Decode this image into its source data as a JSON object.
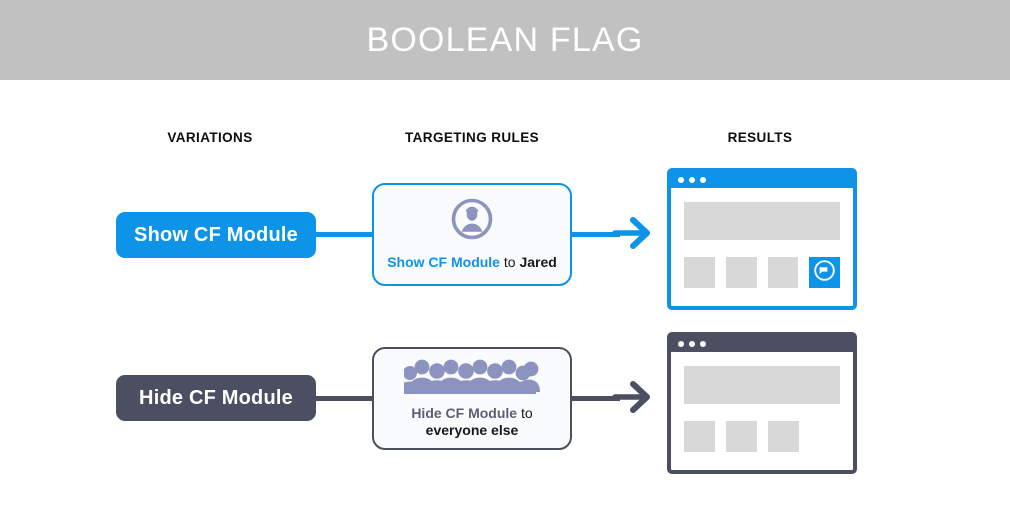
{
  "header": {
    "title": "BOOLEAN FLAG",
    "background_color": "#c1c1c1",
    "text_color": "#ffffff"
  },
  "columns": {
    "variations": "VARIATIONS",
    "targeting_rules": "TARGETING RULES",
    "results": "RESULTS"
  },
  "colors": {
    "blue": "#0d93e8",
    "dark_slate": "#4b4f61",
    "icon_purple": "#8d93bf",
    "placeholder_gray": "#d8d8d8",
    "card_background": "#fafbfd"
  },
  "rows": [
    {
      "variation": {
        "label": "Show CF Module",
        "style": "blue"
      },
      "rule": {
        "icon": "single-user-icon",
        "rule_text_accent": "Show CF Module",
        "rule_text_connector": " to ",
        "rule_text_target": "Jared",
        "style": "blue"
      },
      "arrow": {
        "name": "arrow-right-blue",
        "style": "blue"
      },
      "result": {
        "name": "browser-window-with-cf-module",
        "style": "blue",
        "dots": 3,
        "tiles": 4,
        "active_tile_index": 3,
        "active_tile_icon": "chat-bubble-icon"
      }
    },
    {
      "variation": {
        "label": "Hide CF Module",
        "style": "dark"
      },
      "rule": {
        "icon": "crowd-of-people-icon",
        "rule_text_accent": "Hide CF Module",
        "rule_text_connector": " to",
        "rule_text_target": "everyone else",
        "style": "dark"
      },
      "arrow": {
        "name": "arrow-right-dark",
        "style": "dark"
      },
      "result": {
        "name": "browser-window-without-cf-module",
        "style": "dark",
        "dots": 3,
        "tiles": 3,
        "active_tile_index": -1,
        "active_tile_icon": ""
      }
    }
  ]
}
